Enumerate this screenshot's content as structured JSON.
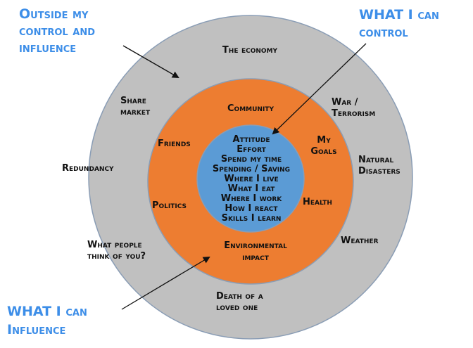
{
  "colors": {
    "outer_ring": "#c0c0c0",
    "middle_ring": "#ed7d31",
    "inner_circle": "#5b9bd5",
    "ring_stroke": "#8a9db5",
    "callout_text": "#3d8ee8",
    "arrow": "#111111"
  },
  "callouts": {
    "outside": [
      "Outside my",
      "control and",
      "influence"
    ],
    "control": [
      "WHAT I can",
      "control"
    ],
    "influence": [
      "WHAT I can",
      "Influence"
    ]
  },
  "outer_ring": {
    "economy": [
      "The economy"
    ],
    "share_market": [
      "Share",
      "market"
    ],
    "war": [
      "War /",
      "Terrorism"
    ],
    "redundancy": [
      "Redundancy"
    ],
    "natural_disasters": [
      "Natural",
      "Disasters"
    ],
    "what_people_think": [
      "What people",
      "think of you?"
    ],
    "weather": [
      "Weather"
    ],
    "death": [
      "Death of a",
      "loved one"
    ]
  },
  "middle_ring": {
    "community": [
      "Community"
    ],
    "friends": [
      "Friends"
    ],
    "goals": [
      "My",
      "Goals"
    ],
    "politics": [
      "Politics"
    ],
    "health": [
      "Health"
    ],
    "environmental": [
      "Environmental",
      "impact"
    ]
  },
  "inner_circle": {
    "items": [
      "Attitude",
      "Effort",
      "Spend my time",
      "Spending / Saving",
      "Where I live",
      "What I eat",
      "Where I work",
      "How I react",
      "Skills I learn"
    ]
  }
}
